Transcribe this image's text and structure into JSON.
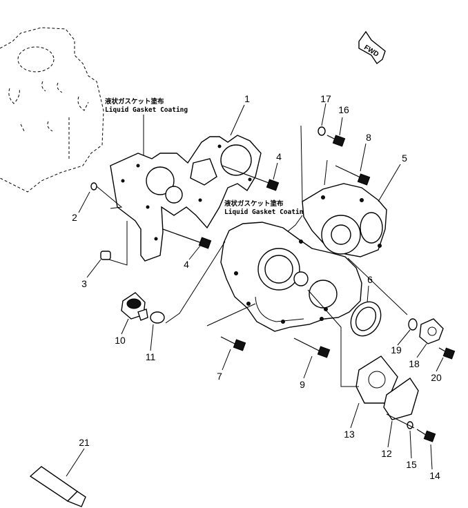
{
  "notes": {
    "gasket_jp_1": "液状ガスケット塗布",
    "gasket_en_1": "Liquid Gasket Coating",
    "gasket_jp_2": "液状ガスケット塗布",
    "gasket_en_2": "Liquid Gasket Coating"
  },
  "fwd_label": "FWD",
  "callouts": {
    "p1": "1",
    "p2": "2",
    "p3": "3",
    "p4a": "4",
    "p4b": "4",
    "p5": "5",
    "p6": "6",
    "p7": "7",
    "p8": "8",
    "p9": "9",
    "p10": "10",
    "p11": "11",
    "p12": "12",
    "p13": "13",
    "p14": "14",
    "p15": "15",
    "p16": "16",
    "p17": "17",
    "p18": "18",
    "p19": "19",
    "p20": "20",
    "p21": "21"
  }
}
